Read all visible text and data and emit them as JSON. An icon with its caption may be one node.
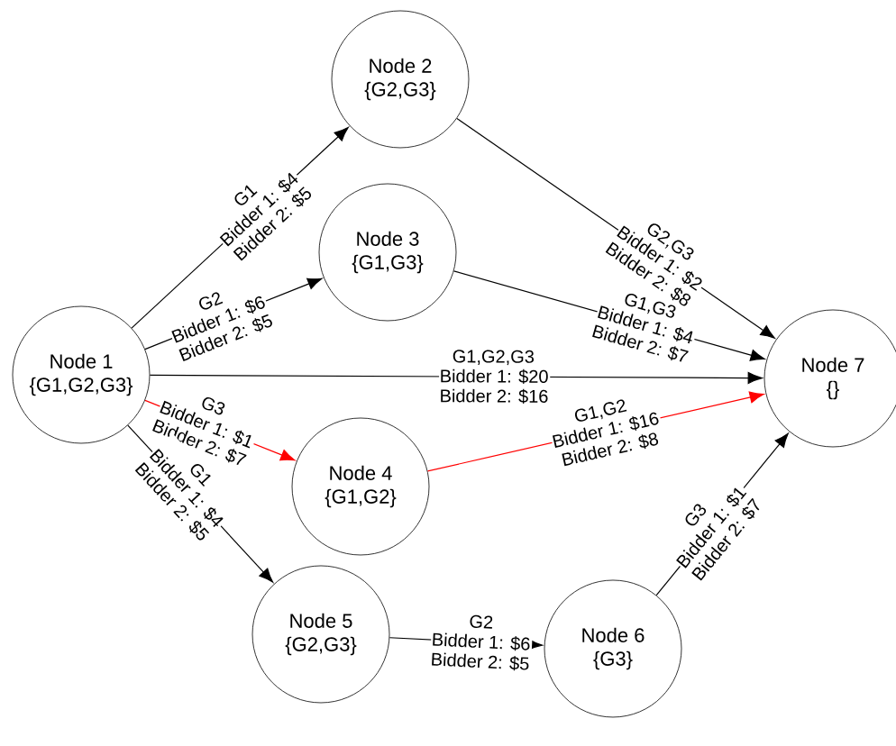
{
  "diagram": {
    "nodes": [
      {
        "text": [
          "Node 1",
          "{G1,G2,G3}"
        ]
      },
      {
        "text": [
          "Node 2",
          "{G2,G3}"
        ]
      },
      {
        "text": [
          "Node 3",
          "{G1,G3}"
        ]
      },
      {
        "text": [
          "Node 4",
          "{G1,G2}"
        ]
      },
      {
        "text": [
          "Node 5",
          "{G2,G3}"
        ]
      },
      {
        "text": [
          "Node 6",
          "{G3}"
        ]
      },
      {
        "text": [
          "Node 7",
          "{}"
        ]
      }
    ],
    "edges": [
      {
        "from": 0,
        "to": 1,
        "arrow": "to",
        "label": "G1 Bidder 1: $4 Bidder 2: $5"
      },
      {
        "from": 0,
        "to": 2,
        "arrow": "to",
        "label": "G2 Bidder 1: $6 Bidder 2: $5"
      },
      {
        "from": 0,
        "to": 6,
        "arrow": "to",
        "label": "G1,G2,G3 Bidder 1: $20 Bidder 2: $16"
      },
      {
        "from": 0,
        "to": 3,
        "arrow": "to",
        "label": "G3 Bidder 1: $1 Bidder 2: $7",
        "color": "#ff0000"
      },
      {
        "from": 0,
        "to": 4,
        "arrow": "to",
        "label": "G1 Bidder 1: $4 Bidder 2: $5"
      },
      {
        "from": 1,
        "to": 6,
        "arrow": "to",
        "label": "G2,G3 Bidder 1: $2 Bidder 2: $8"
      },
      {
        "from": 2,
        "to": 6,
        "arrow": "to",
        "label": "G1,G3 Bidder 1: $4 Bidder 2: $7"
      },
      {
        "from": 3,
        "to": 6,
        "arrow": "to",
        "label": "G1,G2 Bidder 1: $16 Bidder 2: $8",
        "color": "#ff0000"
      },
      {
        "from": 4,
        "to": 5,
        "arrow": "to",
        "label": "G2 Bidder 1: $6 Bidder 2: $5"
      },
      {
        "from": 5,
        "to": 6,
        "arrow": "to",
        "label": "G3 Bidder 1: $1 Bidder 2: $7"
      }
    ]
  }
}
